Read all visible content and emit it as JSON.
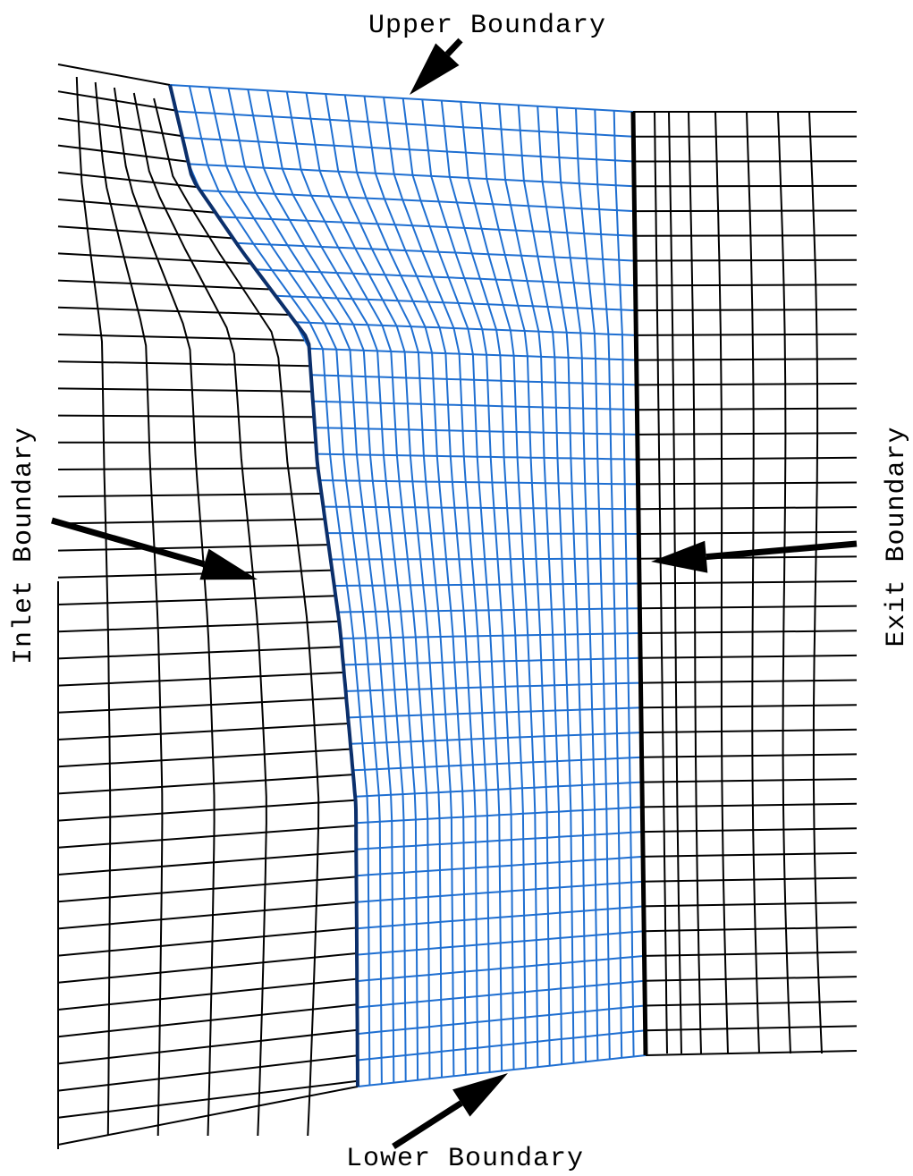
{
  "labels": {
    "upper": "Upper Boundary",
    "lower": "Lower Boundary",
    "inlet": "Inlet Boundary",
    "exit": "Exit Boundary"
  },
  "colors": {
    "background": "#ffffff",
    "outer_grid": "#000000",
    "inner_grid": "#1f6fd1",
    "arrow": "#000000"
  }
}
